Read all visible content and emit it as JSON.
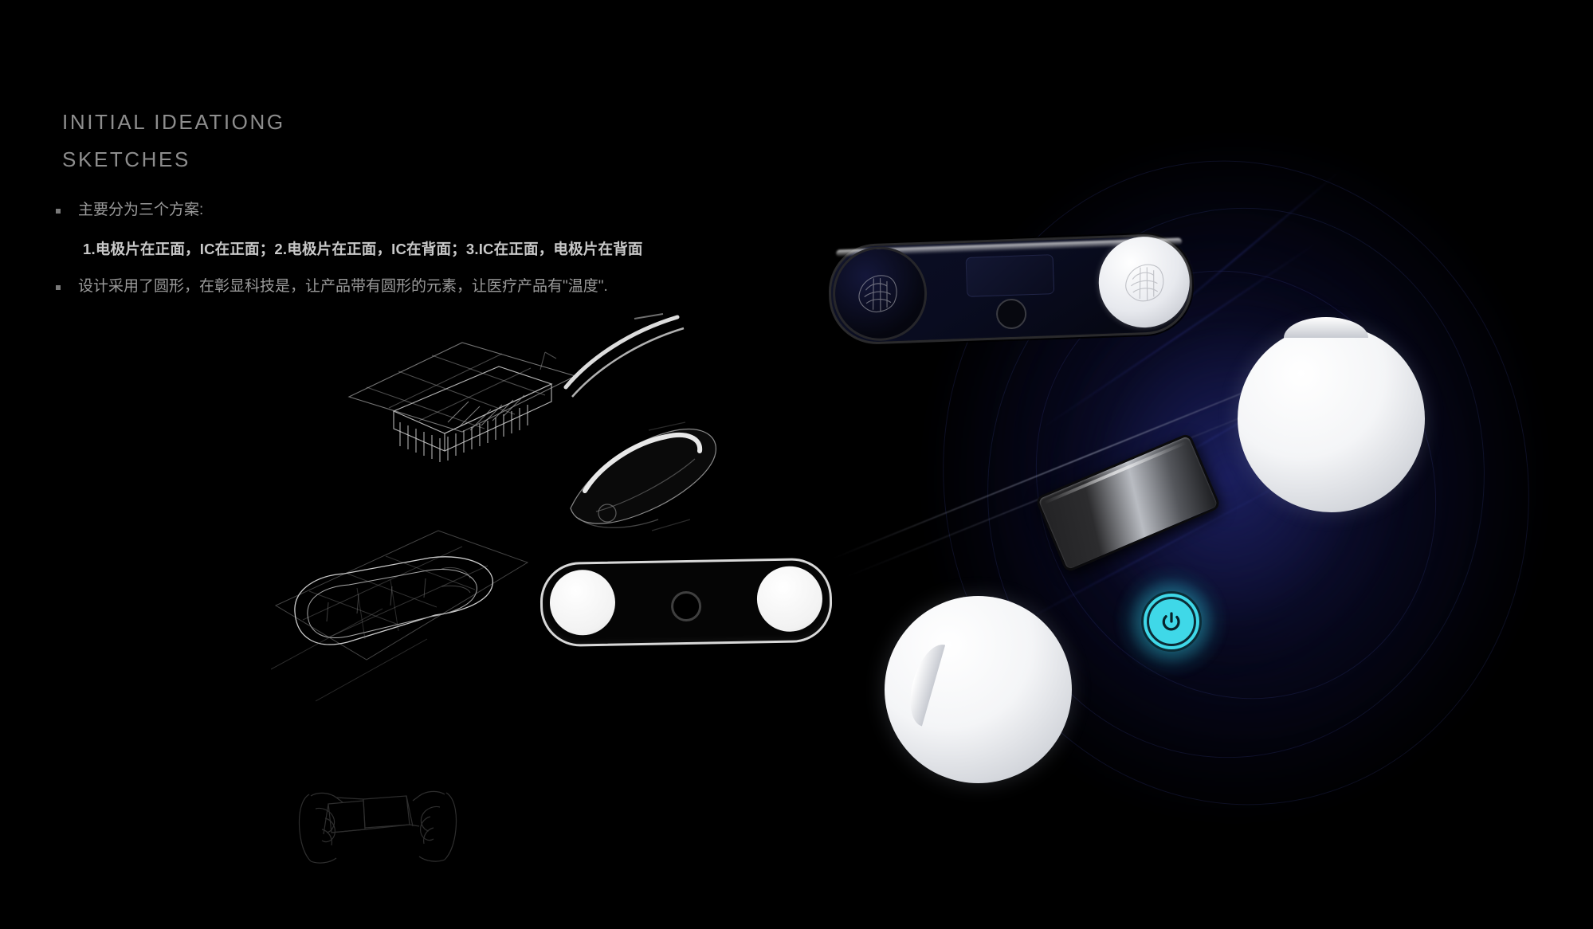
{
  "slide": {
    "background_color": "#000000",
    "heading": {
      "line1": "INITIAL  IDEATIONG",
      "line2": "SKETCHES",
      "color": "#8d8d8d"
    },
    "bullets": [
      {
        "marker": "•",
        "text": "主要分为三个方案:",
        "sub": "1.电极片在正面，IC在正面；2.电极片在正面，IC在背面；3.IC在正面，电极片在背面"
      },
      {
        "marker": "•",
        "text": "设计采用了圆形，在彰显科技是，让产品带有圆形的元素，让医疗产品有\"温度\"."
      }
    ]
  },
  "render": {
    "accent_color": "#3fd8e8",
    "backdrop_color": "#101238",
    "top_device": {
      "name": "pill-device-top",
      "electrode_pad_left": "dark-electrode-pad",
      "electrode_pad_right": "light-electrode-pad",
      "display": "rect-display",
      "button": "center-button"
    },
    "bottom_device": {
      "name": "pill-device-bottom",
      "pad_left": "white-electrode-pad",
      "pad_right": "white-electrode-pad",
      "button": "center-button"
    },
    "spheres": [
      "white-sphere-right",
      "white-sphere-left"
    ],
    "screen_module": "glossy-display-module",
    "power_button": {
      "label": "power-button",
      "glyph": "⏻",
      "color": "#3fd8e8"
    }
  },
  "sketches": [
    {
      "name": "exploded-pcb-sketch"
    },
    {
      "name": "perspective-grid-device-sketch"
    },
    {
      "name": "hands-holding-device-sketch"
    },
    {
      "name": "side-profile-sketch"
    },
    {
      "name": "top-view-sketch"
    }
  ]
}
